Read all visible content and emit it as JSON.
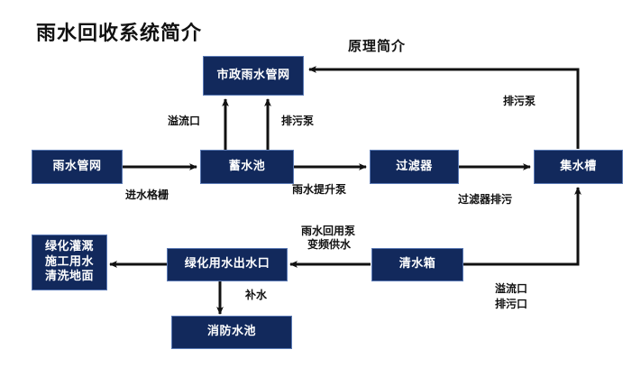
{
  "diagram": {
    "title": "雨水回收系统简介",
    "background_color": "#ffffff",
    "node_fill": "#12295c",
    "node_border": "#5b7ab5",
    "node_text_color": "#ffffff",
    "edge_color": "#111111",
    "nodes": [
      {
        "id": "municipal",
        "label": "市政雨水管网"
      },
      {
        "id": "rain_pipe",
        "label": "雨水管网"
      },
      {
        "id": "storage",
        "label": "蓄水池"
      },
      {
        "id": "filter",
        "label": "过滤器"
      },
      {
        "id": "collector",
        "label": "集水槽"
      },
      {
        "id": "green_outlet",
        "label": "绿化用水出水口"
      },
      {
        "id": "clean_tank",
        "label": "清水箱"
      },
      {
        "id": "fire_pool",
        "label": "消防水池"
      },
      {
        "id": "uses_line1",
        "label": "绿化灌溉"
      },
      {
        "id": "uses_line2",
        "label": "施工用水"
      },
      {
        "id": "uses_line3",
        "label": "清洗地面"
      }
    ],
    "edge_labels": {
      "principle": "原理简介",
      "overflow_port": "溢流口",
      "sewage_pump_left": "排污泵",
      "sewage_pump_right": "排污泵",
      "inlet_grate": "进水格栅",
      "rain_lift_pump": "雨水提升泵",
      "filter_blowdown": "过滤器排污",
      "reuse_pump_line1": "雨水回用泵",
      "reuse_pump_line2": "变频供水",
      "makeup_water": "补水",
      "overflow_drain_line1": "溢流口",
      "overflow_drain_line2": "排污口"
    }
  }
}
